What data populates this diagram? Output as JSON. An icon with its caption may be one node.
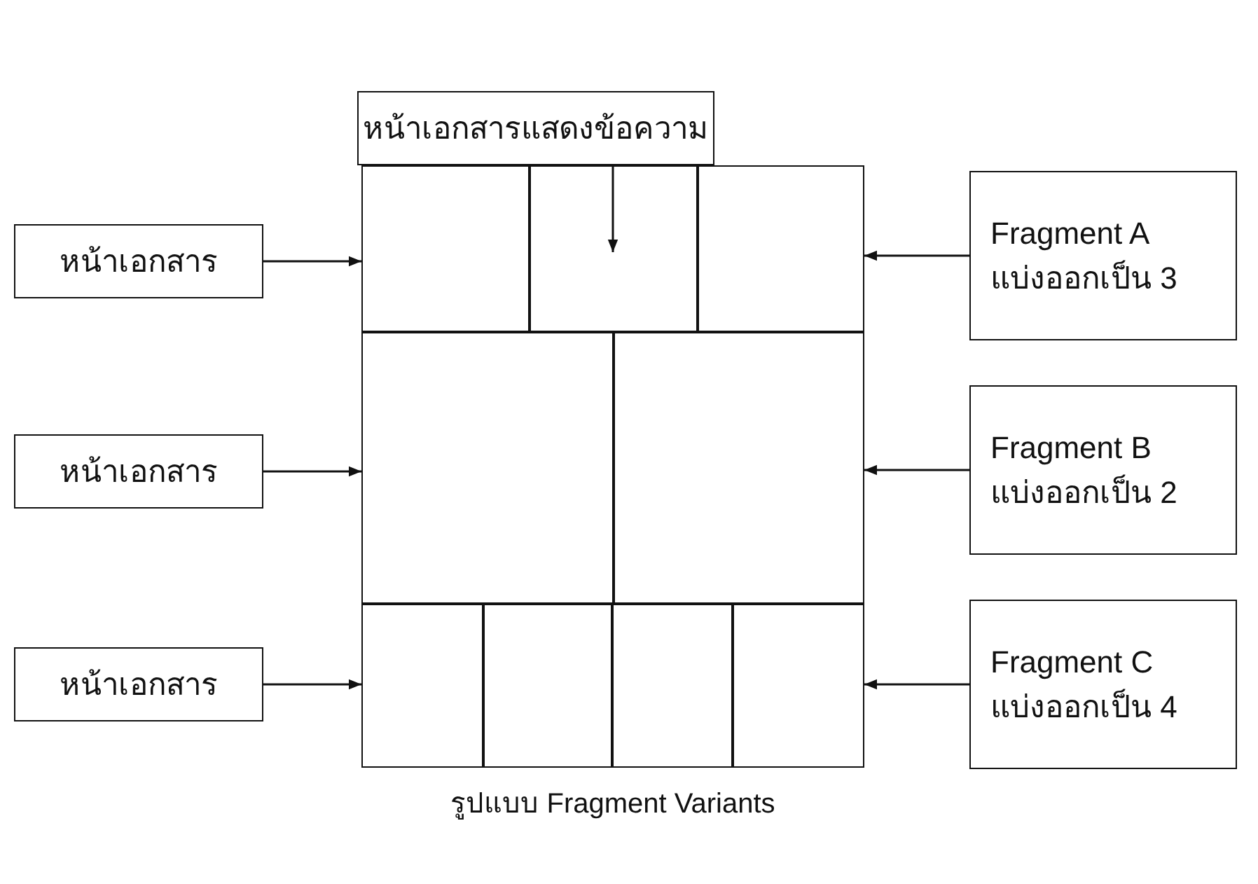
{
  "diagram": {
    "caption": "รูปแบบ Fragment Variants",
    "nodes": [
      {
        "text": [
          "หน้าเอกสารแสดงข้อความ"
        ]
      },
      {
        "text": [
          "หน้าเอกสาร"
        ]
      },
      {
        "text": [],
        "shape": "box"
      },
      {
        "text": [],
        "shape": "box"
      },
      {
        "text": [],
        "shape": "box"
      },
      {
        "text": [
          "Fragment A แบ่งออกเป็น 3"
        ]
      },
      {
        "text": [
          "หน้าเอกสาร"
        ]
      },
      {
        "text": [],
        "shape": "box"
      },
      {
        "text": [],
        "shape": "box"
      },
      {
        "text": [
          "Fragment B แบ่งออกเป็น 2"
        ]
      },
      {
        "text": [
          "หน้าเอกสาร"
        ]
      },
      {
        "text": [],
        "shape": "box"
      },
      {
        "text": [],
        "shape": "box"
      },
      {
        "text": [],
        "shape": "box"
      },
      {
        "text": [],
        "shape": "box"
      },
      {
        "text": [
          "Fragment C แบ่งออกเป็น 4"
        ]
      }
    ],
    "edges": [
      {
        "from": 0,
        "to": 3,
        "arrow": "to"
      },
      {
        "from": 1,
        "to": 2,
        "arrow": "to"
      },
      {
        "from": 5,
        "to": 4,
        "arrow": "to"
      },
      {
        "from": 6,
        "to": 7,
        "arrow": "to"
      },
      {
        "from": 9,
        "to": 8,
        "arrow": "to"
      },
      {
        "from": 10,
        "to": 11,
        "arrow": "to"
      },
      {
        "from": 15,
        "to": 14,
        "arrow": "to"
      }
    ]
  }
}
